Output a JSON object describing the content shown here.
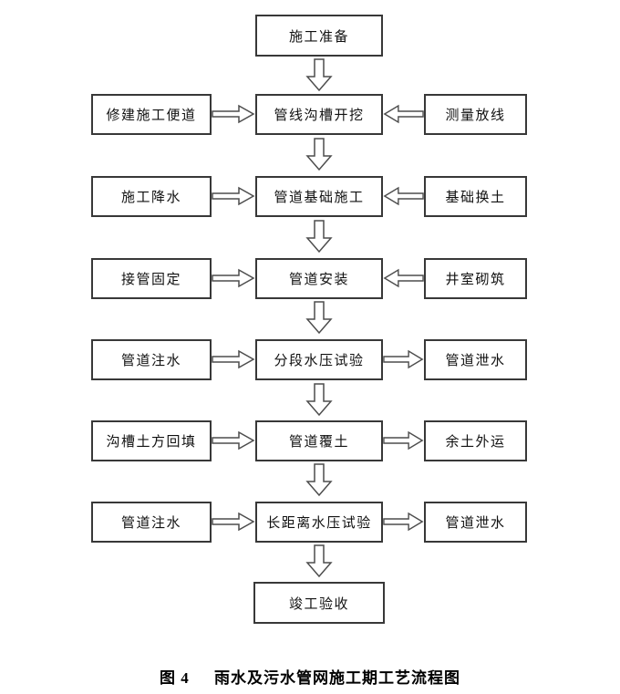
{
  "flowchart": {
    "start": {
      "label": "施工准备"
    },
    "rows": [
      {
        "left": "修建施工便道",
        "center": "管线沟槽开挖",
        "right": "测量放线",
        "right_arrow_direction": "into-center"
      },
      {
        "left": "施工降水",
        "center": "管道基础施工",
        "right": "基础换土",
        "right_arrow_direction": "into-center"
      },
      {
        "left": "接管固定",
        "center": "管道安装",
        "right": "井室砌筑",
        "right_arrow_direction": "into-center"
      },
      {
        "left": "管道注水",
        "center": "分段水压试验",
        "right": "管道泄水",
        "right_arrow_direction": "out-to-right"
      },
      {
        "left": "沟槽土方回填",
        "center": "管道覆土",
        "right": "余土外运",
        "right_arrow_direction": "out-to-right"
      },
      {
        "left": "管道注水",
        "center": "长距离水压试验",
        "right": "管道泄水",
        "right_arrow_direction": "out-to-right"
      }
    ],
    "end": {
      "label": "竣工验收"
    }
  },
  "caption": {
    "fig_label": "图 4",
    "title": "雨水及污水管网施工期工艺流程图"
  },
  "colors": {
    "box_border": "#383838",
    "arrow_stroke": "#4d4d4d",
    "text": "#111111",
    "background": "#ffffff"
  }
}
